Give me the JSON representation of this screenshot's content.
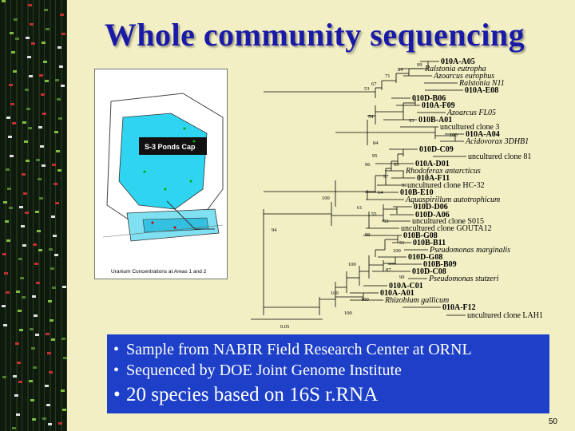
{
  "title": "Whole community sequencing",
  "map": {
    "site_label": "S-3 Ponds Cap",
    "caption": "Uranium Concentrations at Areas 1 and 2"
  },
  "tree": {
    "leaves": [
      "010A-A05",
      "Ralstonia eutropha",
      "Azoarcus europhus",
      "Ralstonia N11",
      "010A-E08",
      "010D-B06",
      "010A-F09",
      "Azoarcus FL05",
      "010B-A01",
      "uncultured clone 3",
      "010A-A04",
      "Acidovorax 3DHB1",
      "010D-C09",
      "uncultured clone 81",
      "010A-D01",
      "Rhodoferax antarcticus",
      "010A-F11",
      "uncultured clone HC-32",
      "010B-E10",
      "Aquaspirillum autotrophicum",
      "010D-D06",
      "010D-A06",
      "uncultured clone S015",
      "uncultured clone GOUTA12",
      "010B-G08",
      "010B-B11",
      "Pseudomonas marginalis",
      "010D-G08",
      "010B-B09",
      "010D-C08",
      "Pseudomonas stutzeri",
      "010A-C01",
      "010A-A01",
      "Rhizobium gallicum",
      "010A-F12",
      "uncultured clone LAH1"
    ],
    "bootstrap": [
      "99",
      "84",
      "71",
      "67",
      "53",
      "54",
      "93",
      "100",
      "84",
      "95",
      "96",
      "99",
      "97",
      "93",
      "64",
      "100",
      "61",
      "55",
      "53",
      "99",
      "94",
      "51",
      "100",
      "100",
      "87",
      "99",
      "100",
      "100",
      "100"
    ],
    "scale": "0.05"
  },
  "bullets": [
    "Sample from NABIR Field Research Center at ORNL",
    "Sequenced by DOE Joint Genome Institute",
    "20 species based on 16S r.RNA"
  ],
  "page_number": "50",
  "colors": {
    "title": "#1a1aa8",
    "panel": "#1e40c8",
    "background": "#f2efc4"
  }
}
